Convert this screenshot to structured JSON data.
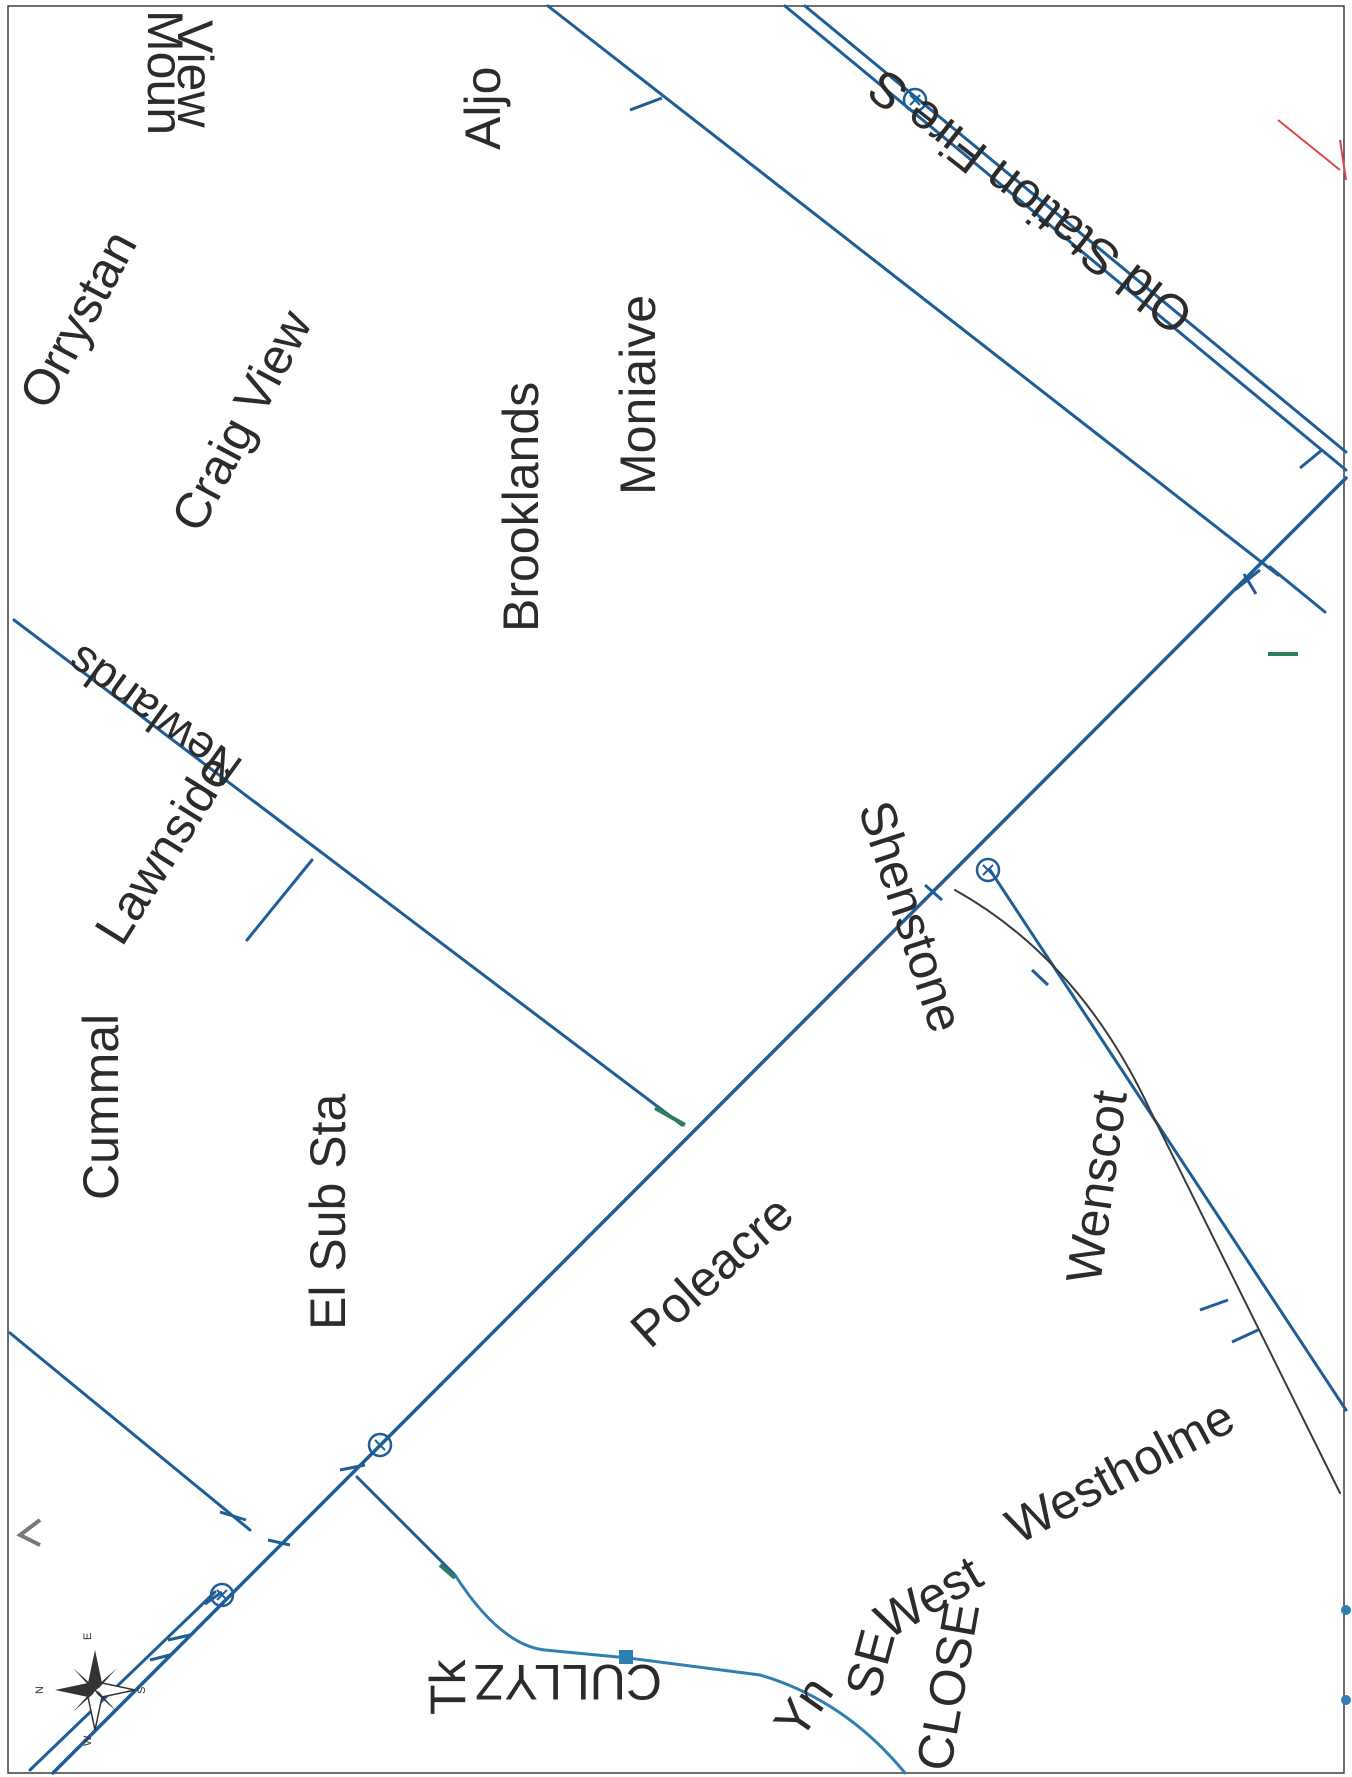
{
  "colors": {
    "main": "#1f5d96",
    "secondary": "#2f7fb0",
    "service": "#3a3a3a",
    "valve_green": "#2e7d5b",
    "red_line": "#d9474b",
    "text": "#2b2b2b",
    "border": "#3d3d3d"
  },
  "labels": {
    "mountview_1": "Moun",
    "mountview_2": "View",
    "aljo": "Aljo",
    "orrystan": "Orrystan",
    "craig_view": "Craig View",
    "brooklands": "Brooklands",
    "moniaive": "Moniaive",
    "old_station": "Old Station Fire S",
    "newlands": "Newlands",
    "lawnside": "Lawnside",
    "cummal": "Cummal",
    "el_sub_sta": "El Sub Sta",
    "shenstone": "Shenstone",
    "poleacre": "Poleacre",
    "wenscot": "Wenscot",
    "westholme": "Westholme",
    "tk": "Tk",
    "cullyz": "CULLYZ",
    "yn": "Yn",
    "se": "SE",
    "west": "West",
    "close": "CLOSE"
  },
  "compass": {
    "n": "N",
    "e": "E",
    "s": "S",
    "w": "W",
    "icon": "compass-rose-icon"
  }
}
